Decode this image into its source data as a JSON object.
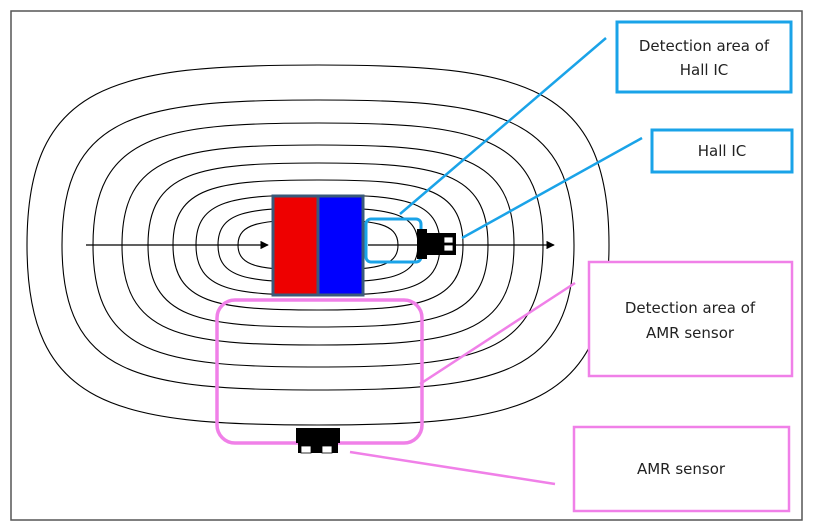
{
  "labels": {
    "hall_area_line1": "Detection area of",
    "hall_area_line2": "Hall IC",
    "hall_ic": "Hall IC",
    "amr_area_line1": "Detection area of",
    "amr_area_line2": "AMR sensor",
    "amr_sensor": "AMR sensor"
  },
  "colors": {
    "north_pole": "#ee0000",
    "south_pole": "#0000ff",
    "magnet_border": "#3a5a7a",
    "hall_highlight": "#1aa3e8",
    "amr_highlight": "#f080e8",
    "field_lines": "#000000",
    "frame": "#555555"
  },
  "icons": {
    "magnet": "bar-magnet",
    "hall_chip": "chip-icon",
    "amr_chip": "chip-icon"
  }
}
